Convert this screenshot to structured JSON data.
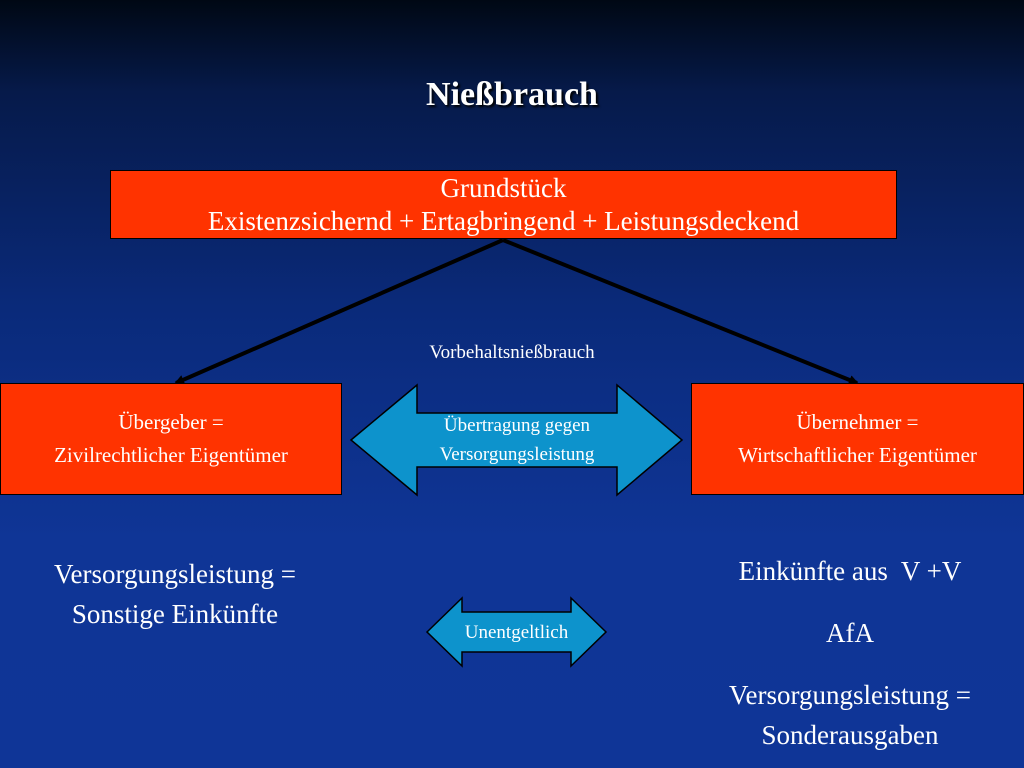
{
  "slide": {
    "title": "Nießbrauch",
    "top_box": {
      "line1": "Grundstück",
      "line2": "Existenzsichernd + Ertagbringend + Leistungsdeckend"
    },
    "middle_label": "Vorbehaltsnießbrauch",
    "left_box": {
      "line1": "Übergeber =",
      "line2": "Zivilrechtlicher Eigentümer"
    },
    "right_box": {
      "line1": "Übernehmer =",
      "line2": "Wirtschaftlicher Eigentümer"
    },
    "transfer_arrow": {
      "line1": "Übertragung gegen",
      "line2": "Versorgungsleistung"
    },
    "left_text": {
      "line1": "Versorgungsleistung =",
      "line2": "Sonstige Einkünfte"
    },
    "small_arrow": "Unentgeltlich",
    "right_text": {
      "line1": "Einkünfte aus  V +V",
      "line2": "AfA",
      "line3": "Versorgungsleistung =",
      "line4": "Sonderausgaben"
    }
  },
  "colors": {
    "box_fill": "#ff3300",
    "arrow_fill": "#0d93cc",
    "background": "#0f3596"
  }
}
